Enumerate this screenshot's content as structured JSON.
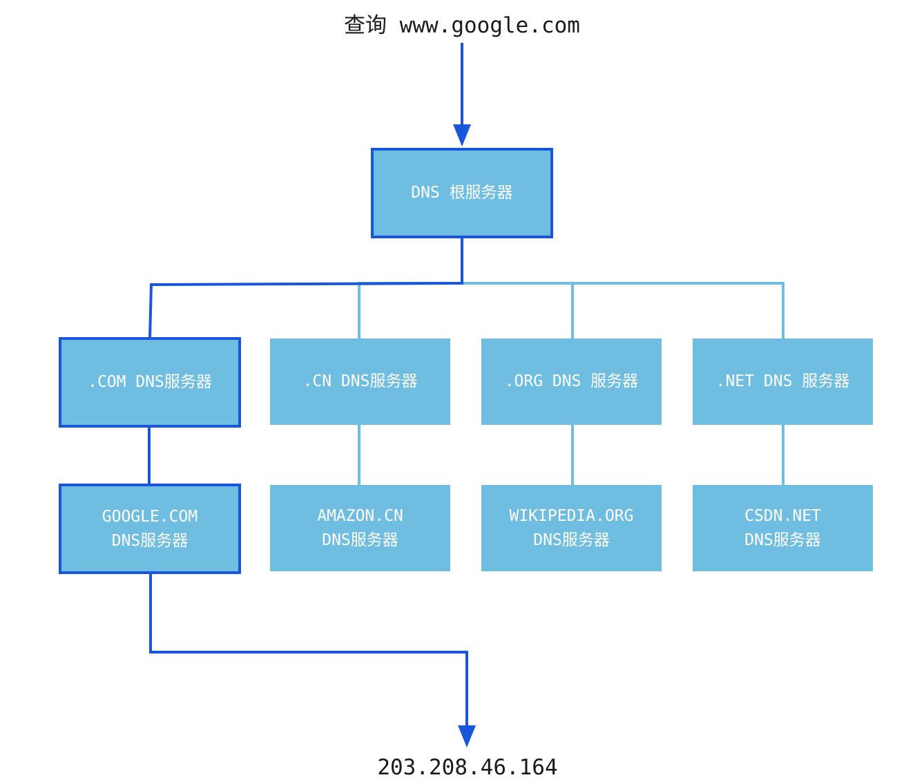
{
  "query_text": "查询 www.google.com",
  "result_text": "203.208.46.164",
  "root": {
    "label": "DNS 根服务器",
    "on_path": true
  },
  "tld_servers": [
    {
      "label": ".COM DNS服务器",
      "on_path": true
    },
    {
      "label": ".CN DNS服务器",
      "on_path": false
    },
    {
      "label": ".ORG DNS 服务器",
      "on_path": false
    },
    {
      "label": ".NET DNS 服务器",
      "on_path": false
    }
  ],
  "domain_servers": [
    {
      "line1": "GOOGLE.COM",
      "line2": "DNS服务器",
      "on_path": true
    },
    {
      "line1": "AMAZON.CN",
      "line2": "DNS服务器",
      "on_path": false
    },
    {
      "line1": "WIKIPEDIA.ORG",
      "line2": "DNS服务器",
      "on_path": false
    },
    {
      "line1": "CSDN.NET",
      "line2": "DNS服务器",
      "on_path": false
    }
  ],
  "colors": {
    "node_fill": "#6fbde0",
    "path_line": "#1a56db",
    "other_line": "#6fbde0",
    "node_text": "#ffffff",
    "label_text": "#1a1a1a"
  }
}
